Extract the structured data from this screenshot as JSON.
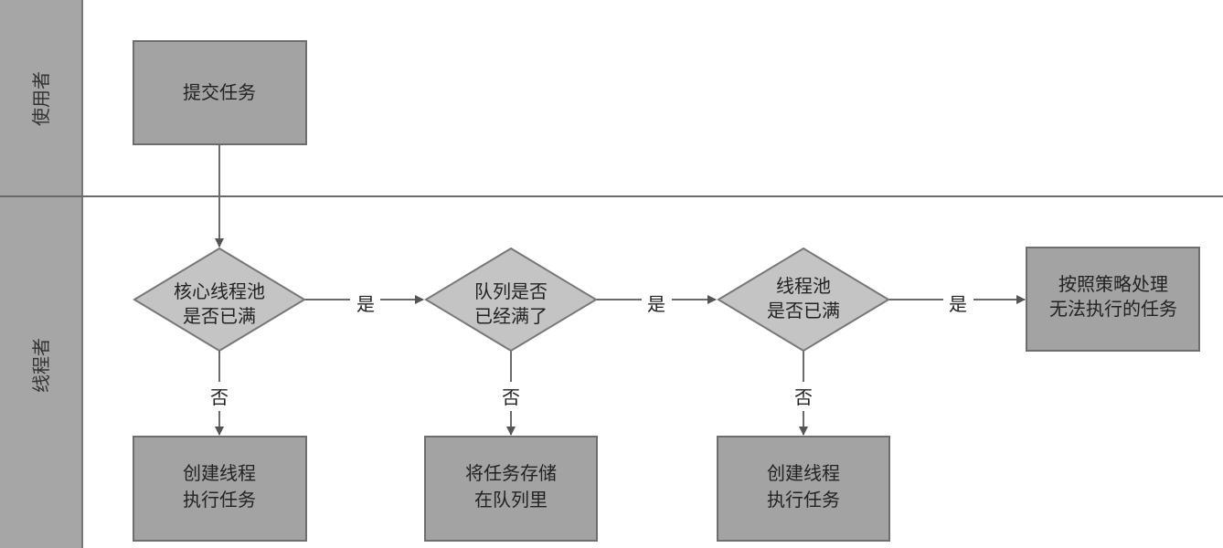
{
  "lanes": {
    "user": "使用者",
    "pool": "线程者"
  },
  "nodes": {
    "submit": [
      "提交任务"
    ],
    "core_full": [
      "核心线程池",
      "是否已满"
    ],
    "queue_full": [
      "队列是否",
      "已经满了"
    ],
    "pool_full": [
      "线程池",
      "是否已满"
    ],
    "reject": [
      "按照策略处理",
      "无法执行的任务"
    ],
    "create1": [
      "创建线程",
      "执行任务"
    ],
    "store": [
      "将任务存储",
      "在队列里"
    ],
    "create2": [
      "创建线程",
      "执行任务"
    ]
  },
  "edges": {
    "yes": "是",
    "no": "否"
  },
  "colors": {
    "lane_bar": "#a6a6a6",
    "box": "#a3a3a3",
    "diamond": "#c4c4c4",
    "line": "#6a6a6a"
  }
}
